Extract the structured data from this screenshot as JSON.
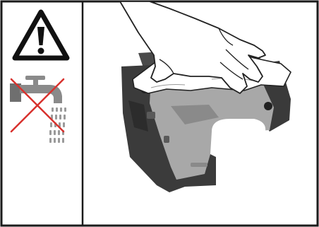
{
  "figure": {
    "panels": [
      {
        "id": "warning-column",
        "icons": [
          "warning-triangle-icon",
          "no-water-faucet-icon"
        ]
      },
      {
        "id": "illustration",
        "subject": "hand-wiping-device-with-cloth"
      }
    ],
    "colors": {
      "frame": "#1a1a1a",
      "prohibition": "#d8322e",
      "device_dark": "#3a3a3a",
      "device_light": "#a9a9a9",
      "cloth": "#ffffff",
      "water": "#9a9a9a"
    }
  }
}
